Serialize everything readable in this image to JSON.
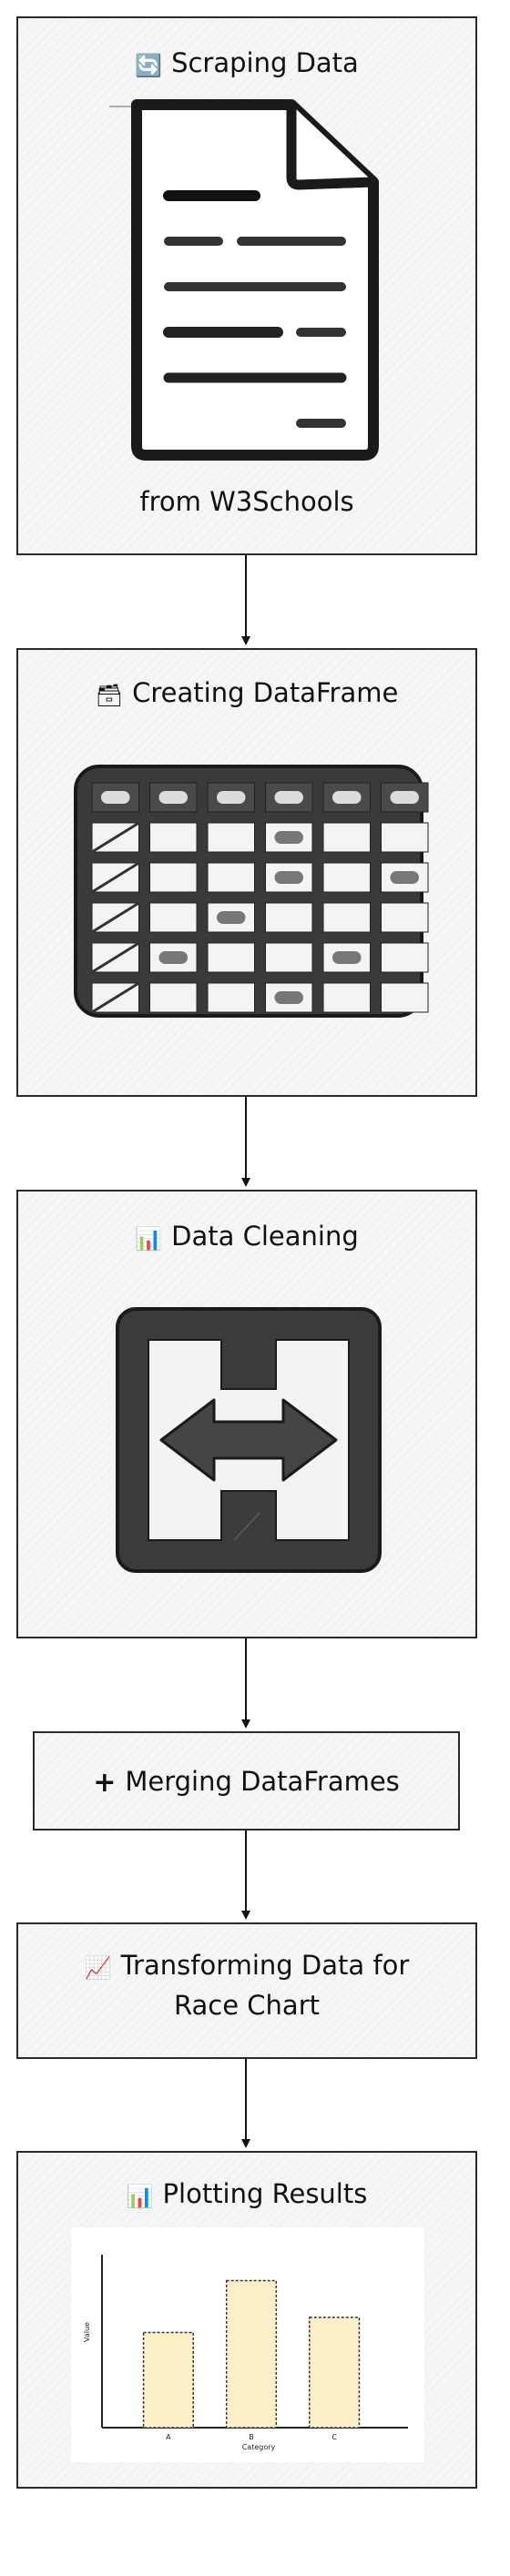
{
  "flow": {
    "nodes": [
      {
        "id": "scraping",
        "icon": "refresh-icon",
        "glyph": "🔄",
        "title": "Scraping Data",
        "caption": "from W3Schools"
      },
      {
        "id": "dataframe",
        "icon": "card-index-icon",
        "glyph": "🗃",
        "title": "Creating DataFrame"
      },
      {
        "id": "cleaning",
        "icon": "bar-chart-icon",
        "glyph": "📊",
        "title": "Data Cleaning"
      },
      {
        "id": "merging",
        "icon": "plus-icon",
        "glyph": "+",
        "title": "Merging DataFrames"
      },
      {
        "id": "transforming",
        "icon": "chart-increasing-icon",
        "glyph": "📈",
        "title": "Transforming Data for",
        "title_line2": "Race Chart"
      },
      {
        "id": "plotting",
        "icon": "bar-chart-icon",
        "glyph": "📊",
        "title": "Plotting Results"
      }
    ]
  },
  "chart_data": {
    "type": "bar",
    "categories": [
      "A",
      "B",
      "C"
    ],
    "values": [
      4.4,
      6.8,
      5.1
    ],
    "xlabel": "Category",
    "ylabel": "Value",
    "ylim": [
      0,
      8
    ],
    "grid": false,
    "bar_color": "#fdf0c8",
    "bar_edge_color": "#333333"
  },
  "colors": {
    "stroke": "#2a2a2a",
    "node_fill": "#f6f6f6",
    "text": "#111111"
  }
}
